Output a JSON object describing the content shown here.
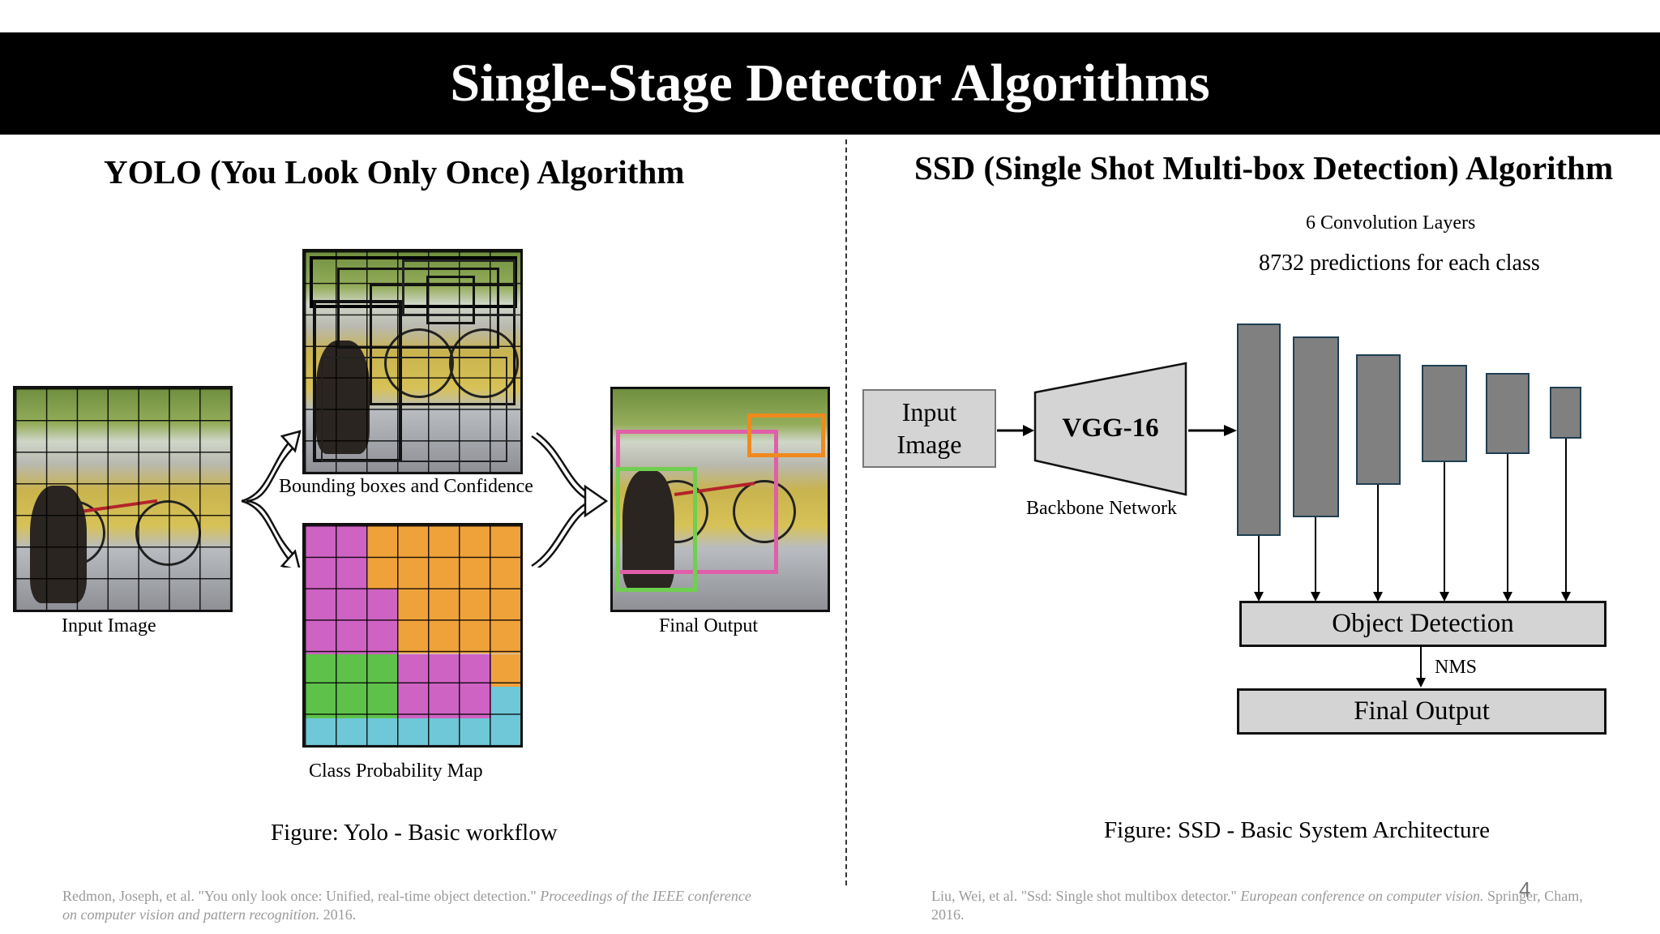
{
  "slide": {
    "title": "Single-Stage Detector Algorithms",
    "page_number": "4"
  },
  "yolo": {
    "section_title": "YOLO (You Look Only Once) Algorithm",
    "labels": {
      "input_image": "Input Image",
      "bounding_boxes": "Bounding boxes and Confidence",
      "class_probability_map": "Class Probability Map",
      "final_output": "Final Output"
    },
    "caption": "Figure: Yolo - Basic workflow",
    "reference": {
      "plain": "Redmon, Joseph, et al. \"You only look once: Unified, real-time object detection.\"",
      "italic": "Proceedings of the IEEE conference on computer vision and pattern recognition.",
      "year": "2016."
    },
    "grid_size": 7,
    "colors": {
      "magenta": "#cf63c4",
      "orange": "#f0a23a",
      "green": "#5ec24a",
      "cyan": "#6fc8d8",
      "box_pink": "#e05fa8",
      "box_orange": "#f08a1e",
      "box_green": "#6fcf4f"
    }
  },
  "ssd": {
    "section_title": "SSD (Single Shot Multi-box Detection) Algorithm",
    "conv_layers_label": "6 Convolution Layers",
    "predictions_label": "8732 predictions for each class",
    "input_label": "Input Image",
    "backbone_label": "VGG-16",
    "backbone_caption": "Backbone Network",
    "object_detection_label": "Object Detection",
    "nms_label": "NMS",
    "final_output_label": "Final Output",
    "caption": "Figure: SSD - Basic System Architecture",
    "reference": {
      "plain": "Liu, Wei, et al. \"Ssd: Single shot multibox detector.\"",
      "italic": "European conference on computer vision.",
      "tail": "Springer, Cham, 2016."
    },
    "colors": {
      "layer_fill": "#808080",
      "layer_border": "#1f3f52",
      "box_fill": "#d4d4d4"
    }
  }
}
